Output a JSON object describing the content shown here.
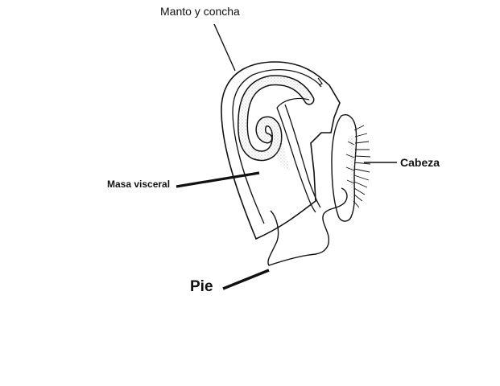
{
  "diagram": {
    "labels": {
      "manto": "Manto y concha",
      "cabeza": "Cabeza",
      "masa": "Masa visceral",
      "pie": "Pie"
    },
    "colors": {
      "line": "#111111",
      "stipple": "#9a9a9a",
      "background": "#ffffff"
    }
  }
}
